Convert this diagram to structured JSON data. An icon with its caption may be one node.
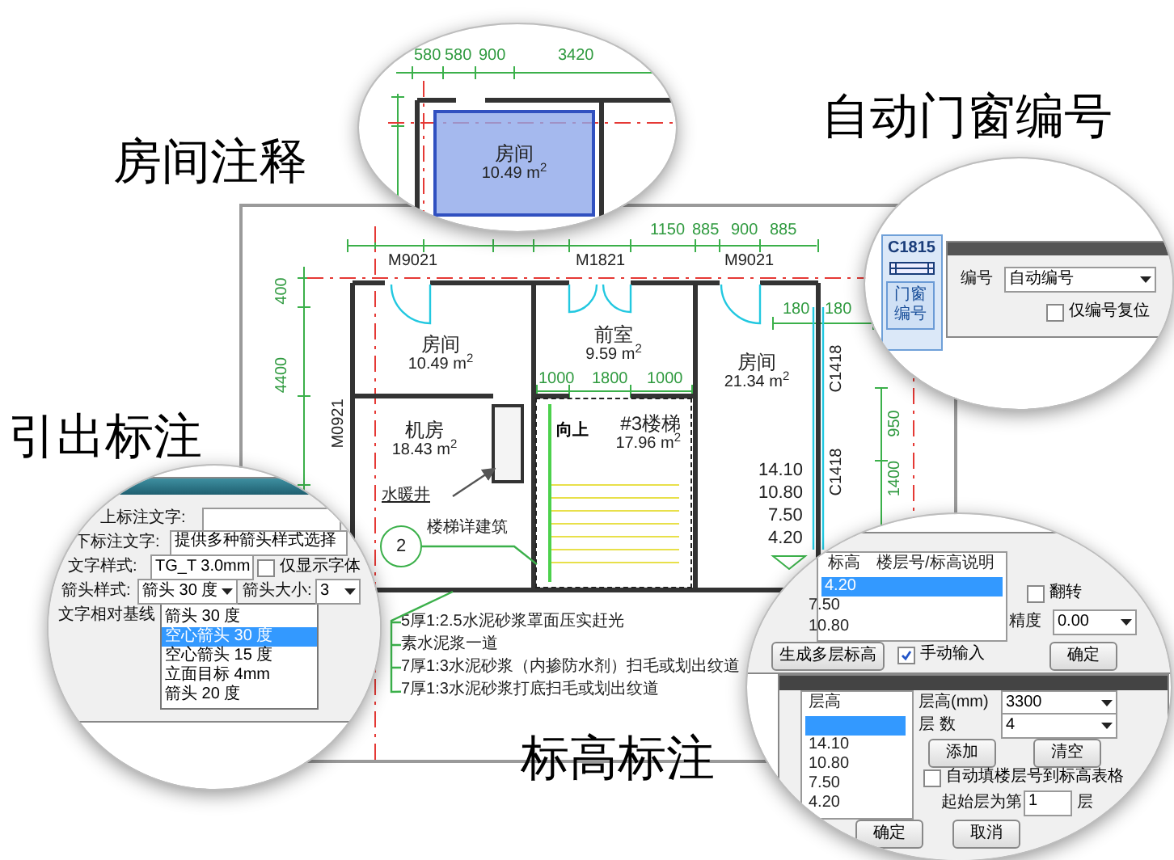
{
  "diagram": {
    "nodes": [
      {
        "text": [],
        "shape": "box"
      },
      {
        "text": [
          "房间",
          "10.49 m$^{2}$"
        ],
        "in": 0
      },
      {
        "text": [
          "前室",
          "9.59 m$^{2}$"
        ],
        "in": 0
      },
      {
        "text": [
          "房间",
          "21.34 m$^{2}$"
        ],
        "in": 0
      },
      {
        "text": [
          "机房",
          "18.43 m$^{2}$"
        ],
        "in": 0
      },
      {
        "text": [
          "#3楼梯",
          "17.96 m$^{2}$"
        ],
        "in": 0
      },
      {
        "text": [],
        "shape": "box",
        "in": 0
      },
      {
        "text": [
          "水暖井"
        ],
        "in": 0
      },
      {
        "text": [
          "2"
        ],
        "beside": [
          "楼梯详建筑"
        ],
        "in": 0
      },
      {
        "text": [
          "5厚1:2.5水泥砂浆罩面压实赶光",
          "素水泥浆一道",
          "7厚1:3水泥砂浆（内掺防水剂）扫毛或划出纹道",
          "7厚1:3水泥砂浆打底扫毛或划出纹道"
        ],
        "in": 0
      },
      {
        "text": [],
        "shape": "circle",
        "beside": [
          "房间注释"
        ]
      },
      {
        "text": [
          "房间",
          "10.49 m$^{2}$"
        ],
        "in": 10
      },
      {
        "text": [],
        "shape": "circle",
        "beside": [
          "自动门窗编号"
        ]
      },
      {
        "text": [],
        "shape": "circle",
        "beside": [
          "引出标注"
        ]
      },
      {
        "text": [],
        "shape": "circle",
        "beside": [
          "标高标注"
        ]
      }
    ],
    "edges": [
      {
        "from": 7,
        "to": 6,
        "arrow": "to",
        "color": "#555555"
      },
      {
        "from": 8,
        "to": 5,
        "arrow": "none"
      },
      {
        "from": 9,
        "to": null,
        "arrow": "none"
      }
    ],
    "labels": [
      "1150",
      "885",
      "900",
      "885",
      "M9021",
      "M1821",
      "M9021",
      "180",
      "180",
      "400",
      "4400",
      "1000",
      "1800",
      "1000",
      "C1418",
      "C1418",
      "950",
      "1400",
      "M0921",
      "向上",
      "14.10",
      "10.80",
      "7.50",
      "4.20",
      "580",
      "580",
      "900",
      "3420",
      "C1815",
      "门窗编号",
      "编号",
      "自动编号",
      "仅编号复位",
      "上标注文字:",
      "下标注文字:",
      "提供多种箭头样式选择",
      "文字样式:",
      "TG_T 3.0mm",
      "仅显示字体",
      "箭头样式:",
      "箭头 30 度",
      "箭头大小:",
      "3",
      "文字相对基线",
      "箭头 30 度",
      "空心箭头 30 度",
      "空心箭头 15 度",
      "立面目标 4mm",
      "箭头 20 度",
      "标高",
      "楼层号/标高说明",
      "4.20",
      "7.50",
      "10.80",
      "翻转",
      "精度",
      "0.00",
      "生成多层标高",
      "手动输入",
      "确定",
      "层高",
      "14.10",
      "10.80",
      "7.50",
      "4.20",
      "层高(mm)",
      "3300",
      "层 数",
      "4",
      "添加",
      "清空",
      "自动填楼层号到标高表格",
      "起始层为第",
      "1",
      "层",
      "确定",
      "取消"
    ]
  }
}
